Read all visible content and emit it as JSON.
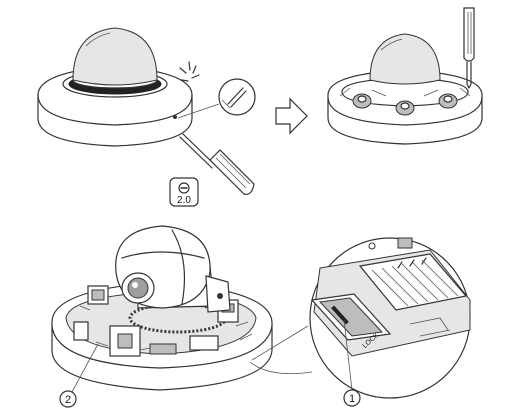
{
  "tool_badge": {
    "label": "2.0",
    "icon": "flathead-screwdriver-icon"
  },
  "callouts": [
    {
      "number": "2",
      "target": "bottom-dome-base"
    },
    {
      "number": "1",
      "target": "sd-card-slot"
    }
  ],
  "sd_slot": {
    "lock_text": "LOCK"
  },
  "arrow_icon": "right-arrow-icon"
}
